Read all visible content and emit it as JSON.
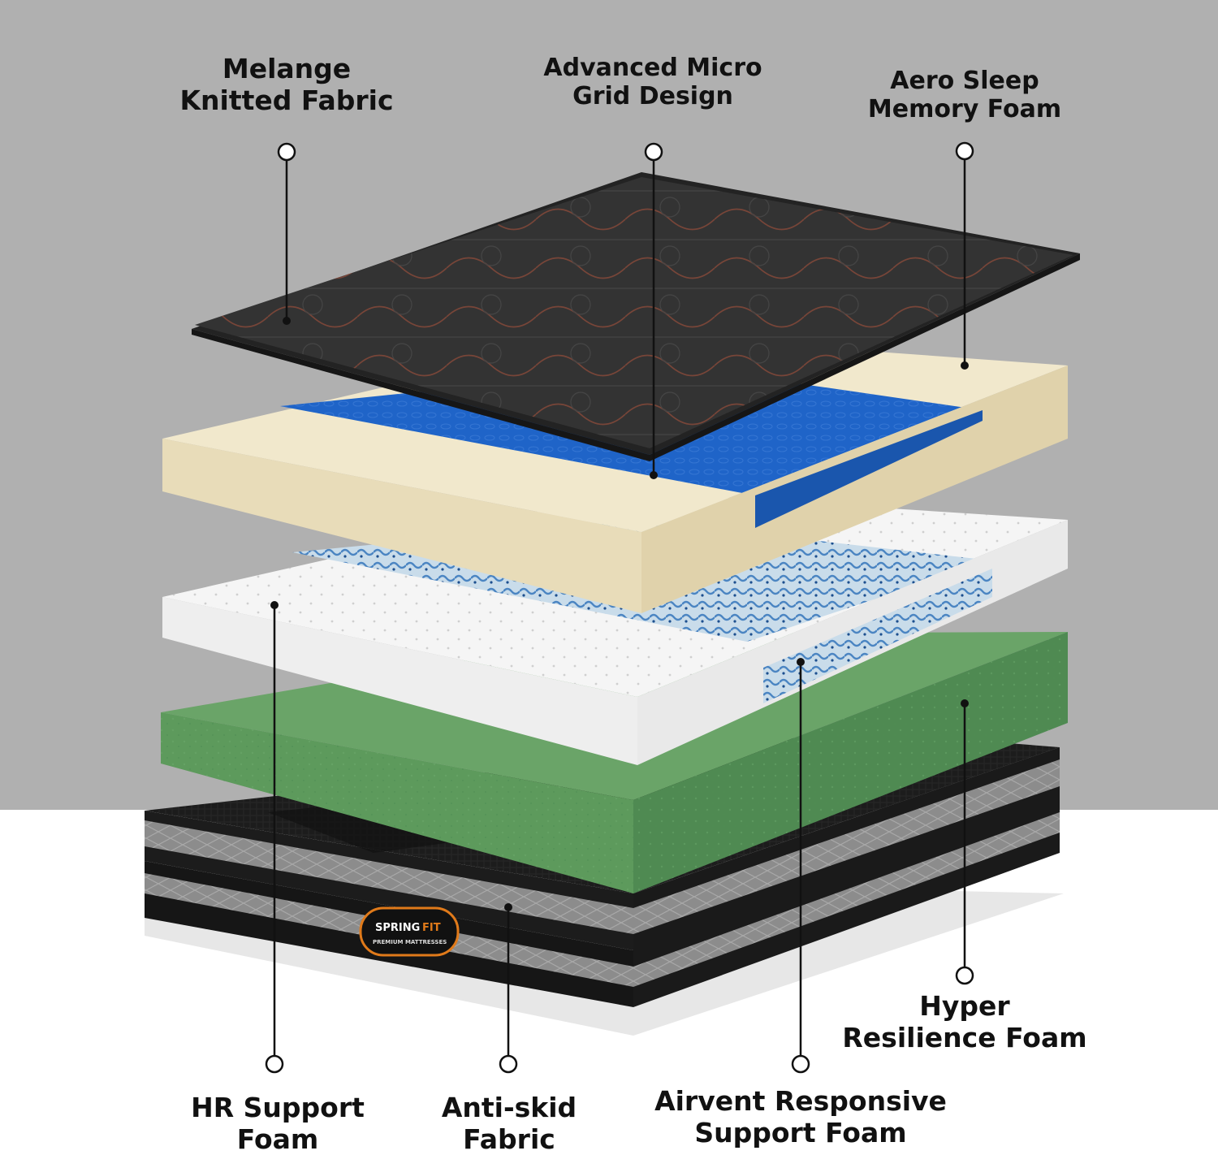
{
  "background": {
    "top_color": "#b0b0b0",
    "bottom_color": "#ffffff"
  },
  "layers": [
    {
      "id": "top-fabric",
      "color": "#2e2e2e",
      "stitch_color": "#8a4a3a"
    },
    {
      "id": "memory-foam",
      "color": "#f1e8cc",
      "side_color": "#e3d6b0"
    },
    {
      "id": "micro-grid",
      "color": "#1f64c8"
    },
    {
      "id": "airvent-foam",
      "color": "#f4f4f4"
    },
    {
      "id": "hr-foam",
      "color": "#5f9a5f",
      "side_color": "#4f8a52"
    },
    {
      "id": "base-mattress",
      "color": "#1d1d1d",
      "band_color": "#8a8a8a"
    }
  ],
  "logo": {
    "brand_a": "SPRING",
    "brand_b": "FIT",
    "tagline": "PREMIUM MATTRESSES",
    "accent": "#e07a1a"
  },
  "labels": {
    "melange": {
      "line1": "Melange",
      "line2": "Knitted Fabric"
    },
    "micro_grid": {
      "line1": "Advanced Micro",
      "line2": "Grid Design"
    },
    "aero": {
      "line1": "Aero Sleep",
      "line2": "Memory Foam"
    },
    "hyper": {
      "line1": "Hyper",
      "line2": "Resilience Foam"
    },
    "hr_support": {
      "line1": "HR Support",
      "line2": "Foam"
    },
    "anti_skid": {
      "line1": "Anti-skid",
      "line2": "Fabric"
    },
    "airvent": {
      "line1": "Airvent Responsive",
      "line2": "Support Foam"
    }
  }
}
